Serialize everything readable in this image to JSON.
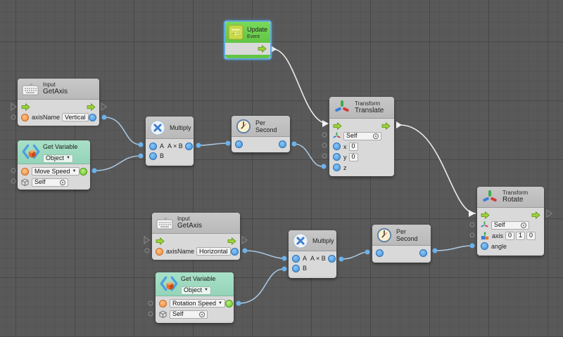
{
  "canvas": {
    "background": "#595959",
    "grid": "dark-gray-grid"
  },
  "colors": {
    "value_port": "#4a9be4",
    "string_port": "#ef8a3a",
    "float_port": "#6cc32b",
    "flow_arrow": "#8ccc2a",
    "event_header": "#6ccd4e",
    "variable_header": "#9dd8bf",
    "node_header": "#bfbfbf",
    "selection_outline": "#5fa6e0",
    "flow_wire": "#eeeeee",
    "value_wire": "#a9c3d9"
  },
  "nodes": {
    "update_event": {
      "title": "Update",
      "subtitle": "Event",
      "icon": "loop-icon"
    },
    "get_axis_vertical": {
      "category": "Input",
      "title": "GetAxis",
      "icon": "keyboard-icon",
      "param_label": "axisName",
      "param_value": "Vertical"
    },
    "get_variable_move": {
      "title": "Get Variable",
      "kind": "Object",
      "icon": "variable-icon",
      "variable_name": "Move Speed",
      "target": "Self"
    },
    "multiply_1": {
      "title": "Multiply",
      "icon": "multiply-icon",
      "input_a": "A",
      "input_b": "B",
      "output": "A × B"
    },
    "per_second_1": {
      "title": "Per Second",
      "icon": "clock-icon"
    },
    "translate": {
      "category": "Transform",
      "title": "Translate",
      "icon": "transform-icon",
      "target": "Self",
      "x_label": "x",
      "x_value": "0",
      "y_label": "y",
      "y_value": "0",
      "z_label": "z"
    },
    "rotate": {
      "category": "Transform",
      "title": "Rotate",
      "icon": "transform-icon",
      "target": "Self",
      "axis_label": "axis",
      "axis_x": "0",
      "axis_y": "1",
      "axis_z": "0",
      "angle_label": "angle"
    },
    "get_axis_horizontal": {
      "category": "Input",
      "title": "GetAxis",
      "icon": "keyboard-icon",
      "param_label": "axisName",
      "param_value": "Horizontal"
    },
    "multiply_2": {
      "title": "Multiply",
      "icon": "multiply-icon",
      "input_a": "A",
      "input_b": "B",
      "output": "A × B"
    },
    "per_second_2": {
      "title": "Per Second",
      "icon": "clock-icon"
    },
    "get_variable_rotation": {
      "title": "Get Variable",
      "kind": "Object",
      "icon": "variable-icon",
      "variable_name": "Rotation Speed",
      "target": "Self"
    }
  }
}
